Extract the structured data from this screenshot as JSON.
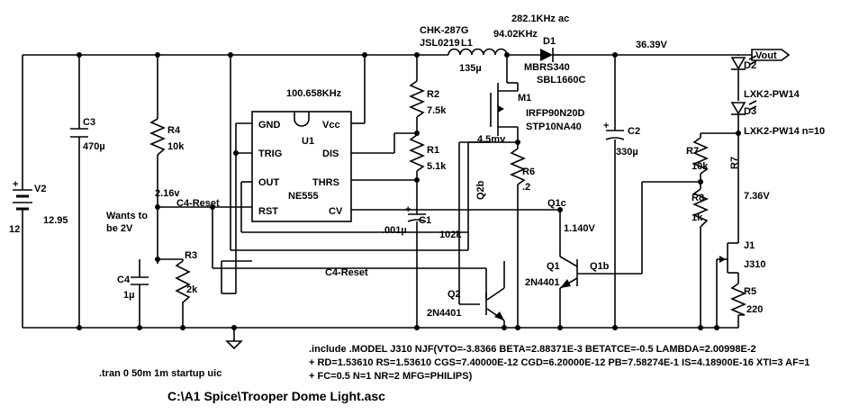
{
  "nets": {
    "freq_diode": "282.1KHz ac",
    "freq_diode2": "94.02KHz",
    "vout_node": "36.39V",
    "wants": "Wants to",
    "wants2": "be 2V",
    "node_216": "2.16v",
    "c4reset_a": "C4-Reset",
    "c4reset_b": "C4-Reset",
    "mv45": "4.5mv",
    "v1140": "1.140V",
    "v736": "7.36V",
    "vout_label": "Vout",
    "freq555": "100.658KHz",
    "q1c": "Q1c",
    "q1b": "Q1b",
    "q2b": "Q2b"
  },
  "components": {
    "v2": {
      "name": "V2",
      "val1": "12.95",
      "val2": "12"
    },
    "c3": {
      "name": "C3",
      "val": "470µ"
    },
    "r4": {
      "name": "R4",
      "val": "10k"
    },
    "r3": {
      "name": "R3",
      "val": "2k"
    },
    "c4": {
      "name": "C4",
      "val": "1µ"
    },
    "u1": {
      "name": "U1",
      "part": "NE555",
      "pins": {
        "gnd": "GND",
        "trig": "TRIG",
        "out": "OUT",
        "rst": "RST",
        "vcc": "Vcc",
        "dis": "DIS",
        "thrs": "THRS",
        "cv": "CV"
      }
    },
    "r2": {
      "name": "R2",
      "val": "7.5k"
    },
    "r1": {
      "name": "R1",
      "val": "5.1k"
    },
    "c1": {
      "name": "C1",
      "val1": ".001µ",
      "val2": "102k"
    },
    "l1": {
      "name": "L1",
      "part1": "CHK-287G",
      "part2": "JSL0219",
      "val": "135µ"
    },
    "d1": {
      "name": "D1",
      "part1": "MBRS340",
      "part2": "SBL1660C"
    },
    "m1": {
      "name": "M1",
      "part1": "IRFP90N20D",
      "part2": "STP10NA40"
    },
    "r6": {
      "name": "R6",
      "val": ".2"
    },
    "c2": {
      "name": "C2",
      "val": "330µ"
    },
    "q1": {
      "name": "Q1",
      "part": "2N4401"
    },
    "q2": {
      "name": "Q2",
      "part": "2N4401"
    },
    "d2": {
      "name": "D2",
      "part": "LXK2-PW14"
    },
    "d3": {
      "name": "D3",
      "part": "LXK2-PW14 n=10"
    },
    "r7": {
      "name": "R7",
      "val": "10k",
      "name2": "R7"
    },
    "r8": {
      "name": "R8",
      "val": "1k"
    },
    "j1": {
      "name": "J1",
      "part": "J310"
    },
    "r5": {
      "name": "R5",
      "val": "220"
    }
  },
  "directives": {
    "model1": ".include .MODEL J310 NJF(VTO=-3.8366 BETA=2.88371E-3 BETATCE=-0.5 LAMBDA=2.00998E-2",
    "model2": "+ RD=1.53610 RS=1.53610 CGS=7.40000E-12 CGD=6.20000E-12 PB=7.58274E-1 IS=4.18900E-16 XTI=3 AF=1",
    "model3": "+ FC=0.5 N=1 NR=2 MFG=PHILIPS)",
    "tran": ".tran 0 50m 1m startup uic"
  },
  "file_path": "C:\\A1 Spice\\Trooper Dome Light.asc"
}
